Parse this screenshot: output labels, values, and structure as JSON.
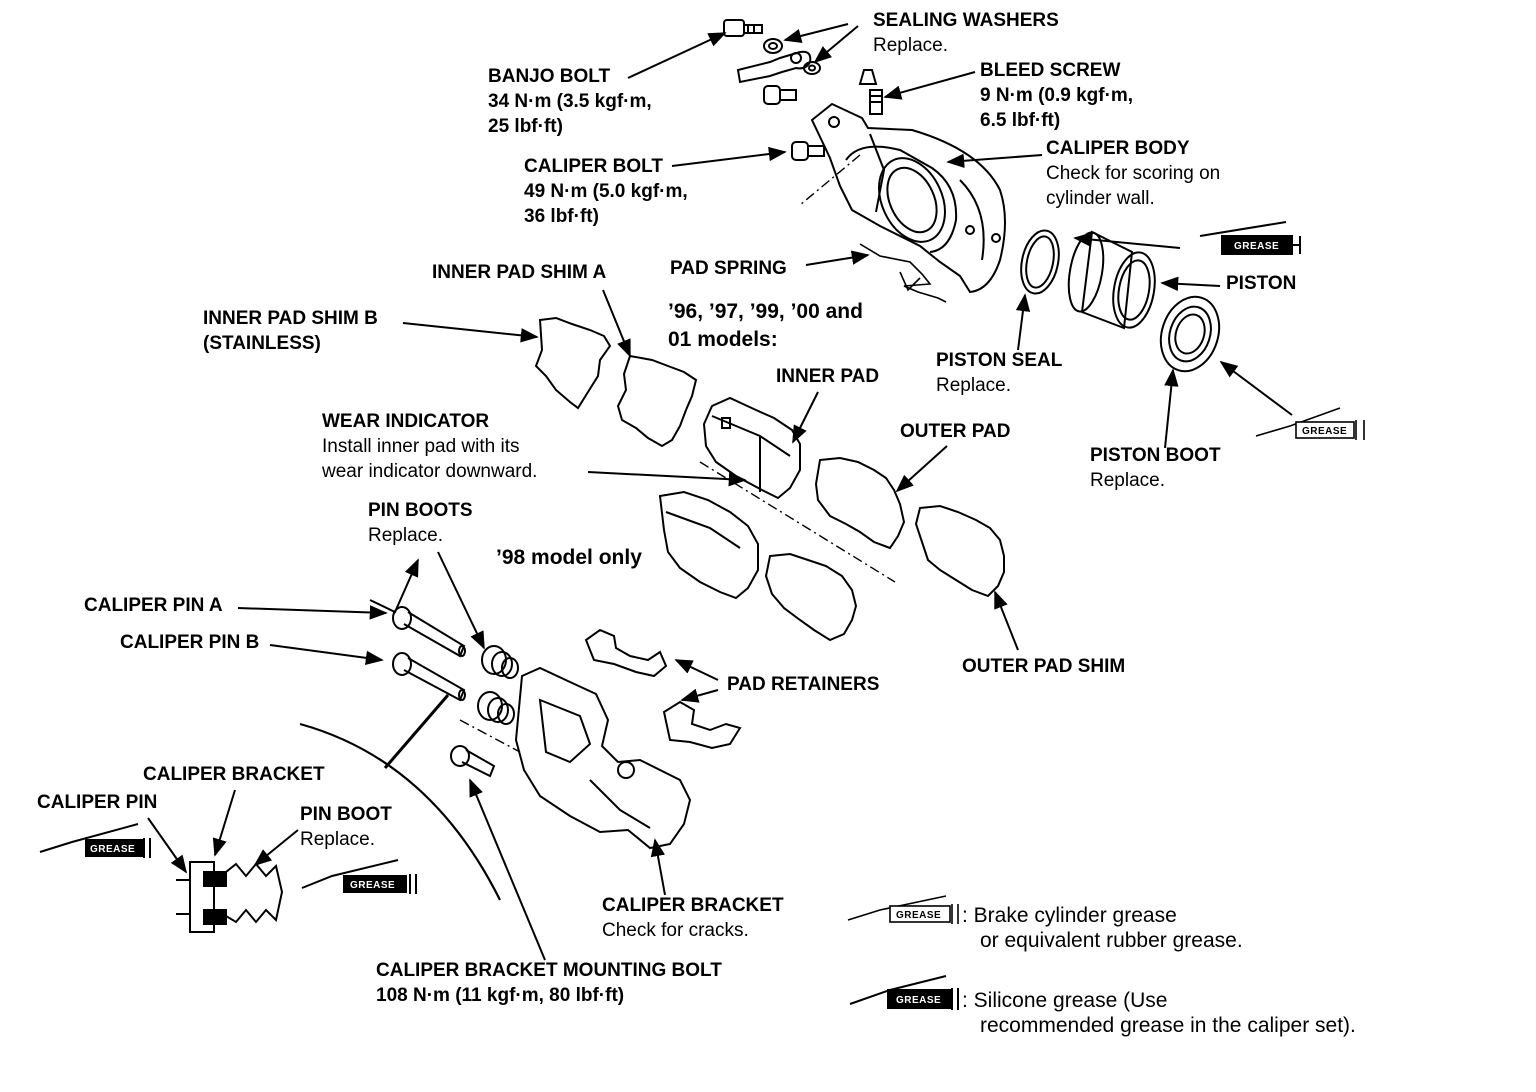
{
  "labels": {
    "sealing_washers": {
      "title": "SEALING WASHERS",
      "note": "Replace."
    },
    "banjo_bolt": {
      "title": "BANJO BOLT",
      "torque1": "34 N·m (3.5 kgf·m,",
      "torque2": "25 lbf·ft)"
    },
    "bleed_screw": {
      "title": "BLEED SCREW",
      "torque1": "9 N·m (0.9 kgf·m,",
      "torque2": "6.5 lbf·ft)"
    },
    "caliper_bolt": {
      "title": "CALIPER BOLT",
      "torque1": "49 N·m (5.0 kgf·m,",
      "torque2": "36 lbf·ft)"
    },
    "caliper_body": {
      "title": "CALIPER BODY",
      "note1": "Check for scoring on",
      "note2": "cylinder wall."
    },
    "pad_spring": {
      "title": "PAD SPRING"
    },
    "inner_pad_shim_a": {
      "title": "INNER PAD SHIM A"
    },
    "inner_pad_shim_b": {
      "title": "INNER PAD SHIM B",
      "note": "(STAINLESS)"
    },
    "models_96_01": {
      "line1": "’96, ’97, ’99, ’00 and",
      "line2": "01 models:"
    },
    "piston": {
      "title": "PISTON"
    },
    "piston_seal": {
      "title": "PISTON SEAL",
      "note": "Replace."
    },
    "inner_pad": {
      "title": "INNER PAD"
    },
    "wear_indicator": {
      "title": "WEAR INDICATOR",
      "note1": "Install inner pad with its",
      "note2": "wear indicator downward."
    },
    "outer_pad": {
      "title": "OUTER PAD"
    },
    "piston_boot": {
      "title": "PISTON BOOT",
      "note": "Replace."
    },
    "pin_boots": {
      "title": "PIN BOOTS",
      "note": "Replace."
    },
    "model_98": {
      "title": "’98 model only"
    },
    "caliper_pin_a": {
      "title": "CALIPER PIN A"
    },
    "caliper_pin_b": {
      "title": "CALIPER PIN B"
    },
    "pad_retainers": {
      "title": "PAD RETAINERS"
    },
    "outer_pad_shim": {
      "title": "OUTER PAD SHIM"
    },
    "caliper_bracket_detail": {
      "title": "CALIPER BRACKET"
    },
    "caliper_pin_detail": {
      "title": "CALIPER PIN"
    },
    "pin_boot_detail": {
      "title": "PIN BOOT",
      "note": "Replace."
    },
    "caliper_bracket": {
      "title": "CALIPER BRACKET",
      "note": "Check for cracks."
    },
    "bracket_bolt": {
      "title": "CALIPER BRACKET MOUNTING BOLT",
      "torque": "108 N·m (11 kgf·m, 80 lbf·ft)"
    }
  },
  "grease_text": "GREASE",
  "legend": {
    "brake_grease_line1": ": Brake cylinder grease",
    "brake_grease_line2": "or equivalent rubber grease.",
    "silicone_line1": ": Silicone grease (Use",
    "silicone_line2": "recommended grease in the caliper set)."
  }
}
